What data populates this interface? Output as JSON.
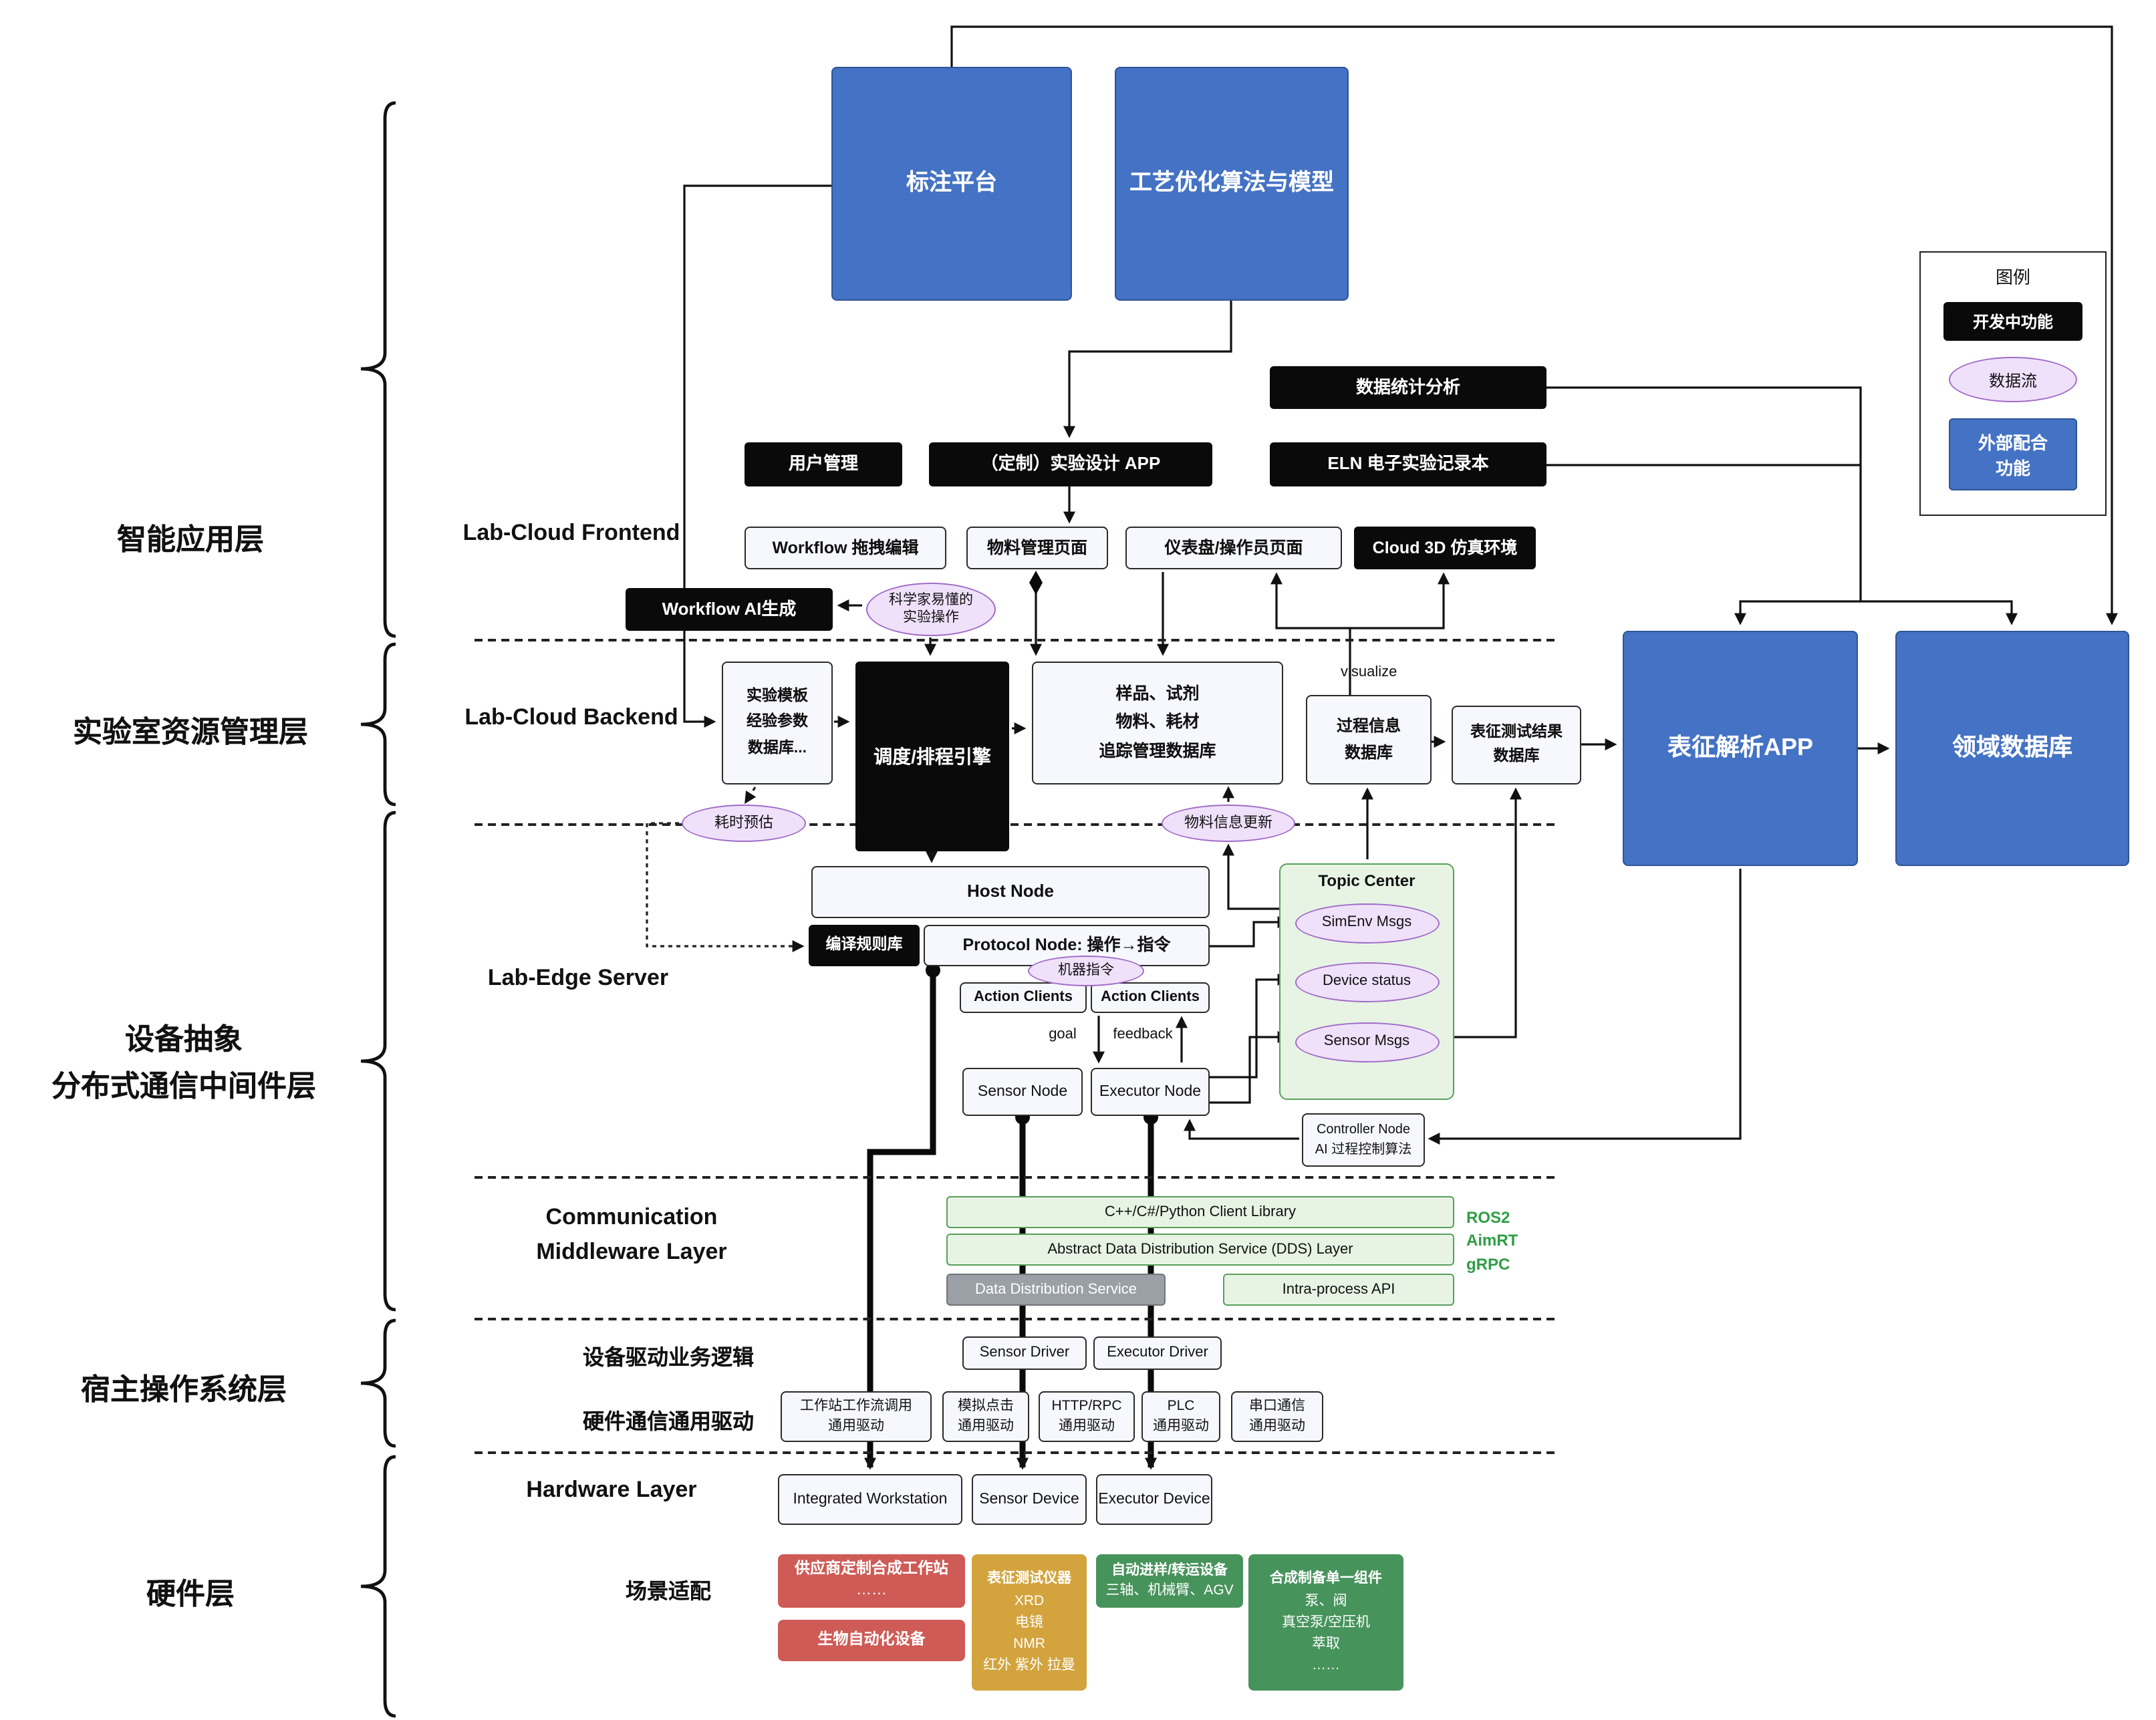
{
  "colors": {
    "blue": "#4472c4",
    "black": "#0a0a0a",
    "purple_fill": "#f0e1fb",
    "purple_border": "#a06cc8",
    "green_fill": "#e7f4e4",
    "red": "#cf5b56",
    "gold": "#d3a43e",
    "green_hw": "#47935c"
  },
  "layers": {
    "app": "智能应用层",
    "resource": "实验室资源管理层",
    "device1": "设备抽象",
    "device2": "分布式通信中间件层",
    "host_os": "宿主操作系统层",
    "hardware": "硬件层"
  },
  "legend": {
    "title": "图例",
    "dev": "开发中功能",
    "flow": "数据流",
    "ext1": "外部配合",
    "ext2": "功能"
  },
  "top": {
    "annotation": "标注平台",
    "process_opt": "工艺优化算法与模型"
  },
  "apps": {
    "stats": "数据统计分析",
    "user": "用户管理",
    "custom": "（定制）实验设计 APP",
    "eln": "ELN 电子实验记录本"
  },
  "frontend": {
    "label": "Lab-Cloud Frontend",
    "wf_edit": "Workflow 拖拽编辑",
    "material": "物料管理页面",
    "dashboard": "仪表盘/操作员页面",
    "cloud3d": "Cloud 3D 仿真环境",
    "wf_ai": "Workflow AI生成",
    "sci_ops": [
      "科学家易懂的",
      "实验操作"
    ]
  },
  "backend": {
    "label": "Lab-Cloud Backend",
    "template": [
      "实验模板",
      "经验参数",
      "数据库..."
    ],
    "scheduler": "调度/排程引擎",
    "sample_db": [
      "样品、试剂",
      "物料、耗材",
      "追踪管理数据库"
    ],
    "process_db": [
      "过程信息",
      "数据库"
    ],
    "char_db": [
      "表征测试结果",
      "数据库"
    ],
    "char_app": "表征解析APP",
    "domain_db": "领域数据库",
    "visualize": "visualize",
    "time_est": "耗时预估",
    "material_update": "物料信息更新"
  },
  "edge": {
    "label": "Lab-Edge Server",
    "host_node": "Host Node",
    "compile": "编译规则库",
    "protocol": "Protocol Node: 操作→指令",
    "machine_instr": "机器指令",
    "action1": "Action Clients",
    "action2": "Action Clients",
    "goal": "goal",
    "feedback": "feedback",
    "sensor_node": "Sensor Node",
    "executor_node": "Executor Node",
    "topic_center": "Topic Center",
    "simenv": "SimEnv Msgs",
    "device_status": "Device status",
    "sensor_msgs": "Sensor Msgs",
    "controller": [
      "Controller Node",
      "AI 过程控制算法"
    ]
  },
  "middleware": {
    "label": [
      "Communication",
      "Middleware Layer"
    ],
    "client_lib": "C++/C#/Python Client Library",
    "dds": "Abstract Data Distribution Service (DDS) Layer",
    "dds_service": "Data Distribution Service",
    "intra": "Intra-process API",
    "stack": [
      "ROS2",
      "AimRT",
      "gRPC"
    ]
  },
  "hostos": {
    "driver_logic": "设备驱动业务逻辑",
    "sensor_driver": "Sensor Driver",
    "executor_driver": "Executor Driver",
    "hw_comm": "硬件通信通用驱动",
    "drv1": [
      "工作站工作流调用",
      "通用驱动"
    ],
    "drv2": [
      "模拟点击",
      "通用驱动"
    ],
    "drv3": [
      "HTTP/RPC",
      "通用驱动"
    ],
    "drv4": [
      "PLC",
      "通用驱动"
    ],
    "drv5": [
      "串口通信",
      "通用驱动"
    ]
  },
  "hardware": {
    "label": "Hardware Layer",
    "workstation": "Integrated Workstation",
    "sensor": "Sensor Device",
    "executor": "Executor Device"
  },
  "scene": {
    "label": "场景适配",
    "vendor": [
      "供应商定制合成工作站",
      "……"
    ],
    "bio": "生物自动化设备",
    "char_instr": [
      "表征测试仪器",
      "XRD",
      "电镜",
      "NMR",
      "红外 紫外 拉曼"
    ],
    "transfer": [
      "自动进样/转运设备",
      "三轴、机械臂、AGV"
    ],
    "synth": [
      "合成制备单一组件",
      "泵、阀",
      "真空泵/空压机",
      "萃取",
      "……"
    ]
  }
}
